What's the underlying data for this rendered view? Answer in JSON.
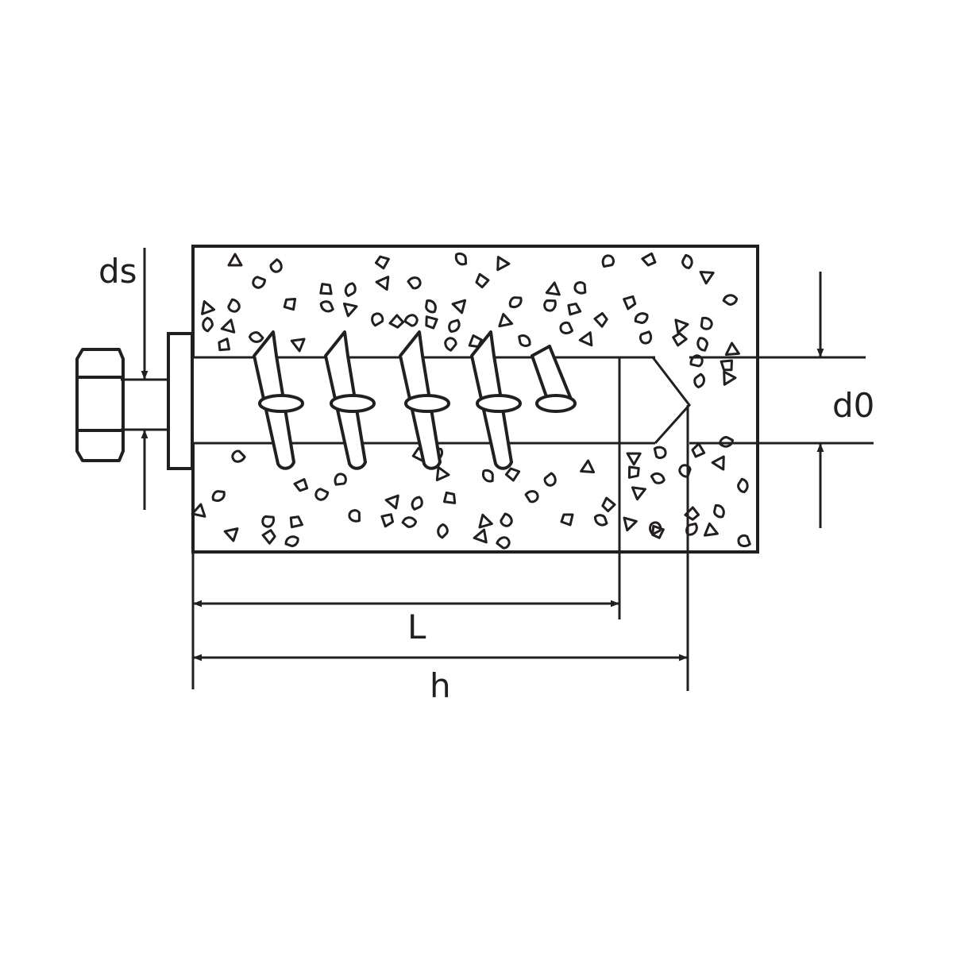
{
  "diagram": {
    "labels": {
      "ds": "ds",
      "d0": "d0",
      "L": "L",
      "h": "h"
    },
    "colors": {
      "stroke": "#231f20",
      "background": "#ffffff"
    },
    "parts": [
      "concrete-block",
      "drilled-hole",
      "screw-anchor",
      "hex-head",
      "washer"
    ]
  }
}
